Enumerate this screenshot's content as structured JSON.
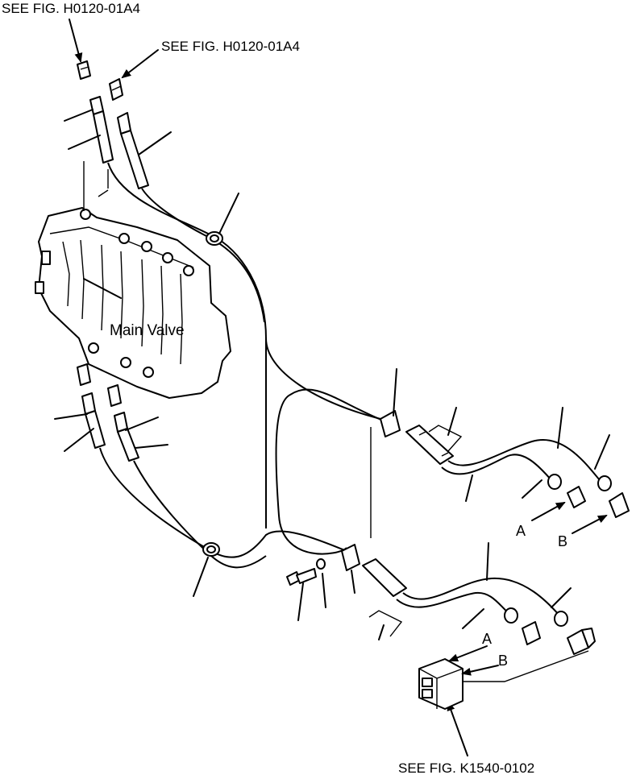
{
  "references": {
    "top_left": "SEE FIG. H0120-01A4",
    "top_right": "SEE FIG. H0120-01A4",
    "bottom": "SEE FIG. K1540-0102"
  },
  "labels": {
    "main_valve": "Main Valve",
    "port_a_upper": "A",
    "port_b_upper": "B",
    "port_a_lower": "A",
    "port_b_lower": "B"
  }
}
